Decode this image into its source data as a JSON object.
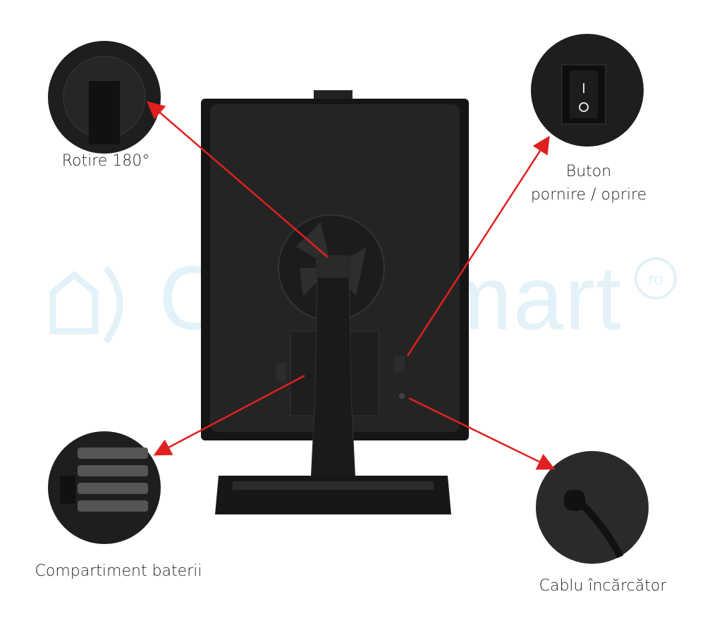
{
  "watermark": {
    "brand": "CaseSmart",
    "suffix": "ro"
  },
  "callouts": [
    {
      "id": "rotation",
      "label": "Rotire 180°"
    },
    {
      "id": "power-switch",
      "label_line1": "Buton",
      "label_line2": "pornire / oprire"
    },
    {
      "id": "battery",
      "label": "Compartiment baterii"
    },
    {
      "id": "charger",
      "label": "Cablu încărcător"
    }
  ],
  "colors": {
    "arrow": "#e02020",
    "device": "#1a1a1a",
    "watermark": "#e3f1f8"
  }
}
